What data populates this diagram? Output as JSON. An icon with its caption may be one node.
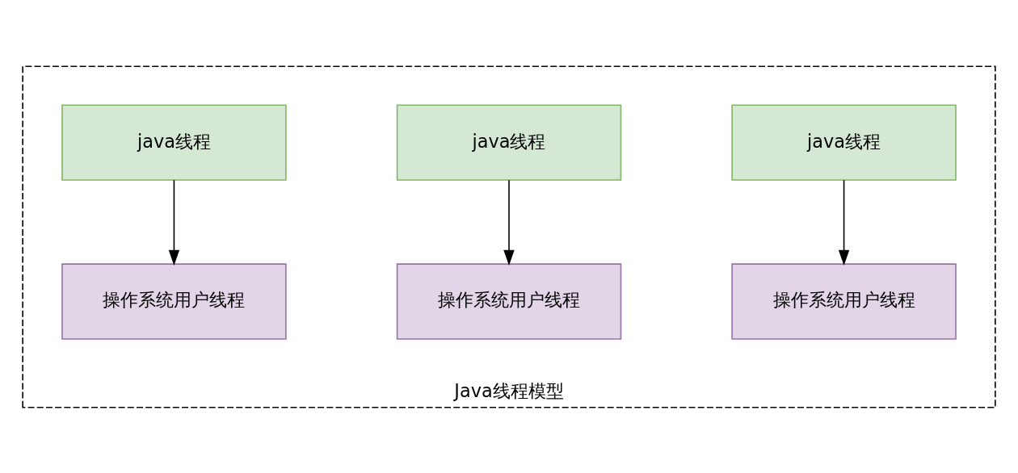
{
  "diagram": {
    "nodes": [
      {
        "text": [
          "Java线程模型"
        ]
      },
      {
        "text": [
          "java线程"
        ],
        "in": 0
      },
      {
        "text": [
          "java线程"
        ],
        "in": 0
      },
      {
        "text": [
          "java线程"
        ],
        "in": 0
      },
      {
        "text": [
          "操作系统用户线程"
        ],
        "in": 0
      },
      {
        "text": [
          "操作系统用户线程"
        ],
        "in": 0
      },
      {
        "text": [
          "操作系统用户线程"
        ],
        "in": 0
      }
    ],
    "edges": [
      {
        "from": 1,
        "to": 4,
        "arrow": "to"
      },
      {
        "from": 2,
        "to": 5,
        "arrow": "to"
      },
      {
        "from": 3,
        "to": 6,
        "arrow": "to"
      }
    ]
  }
}
